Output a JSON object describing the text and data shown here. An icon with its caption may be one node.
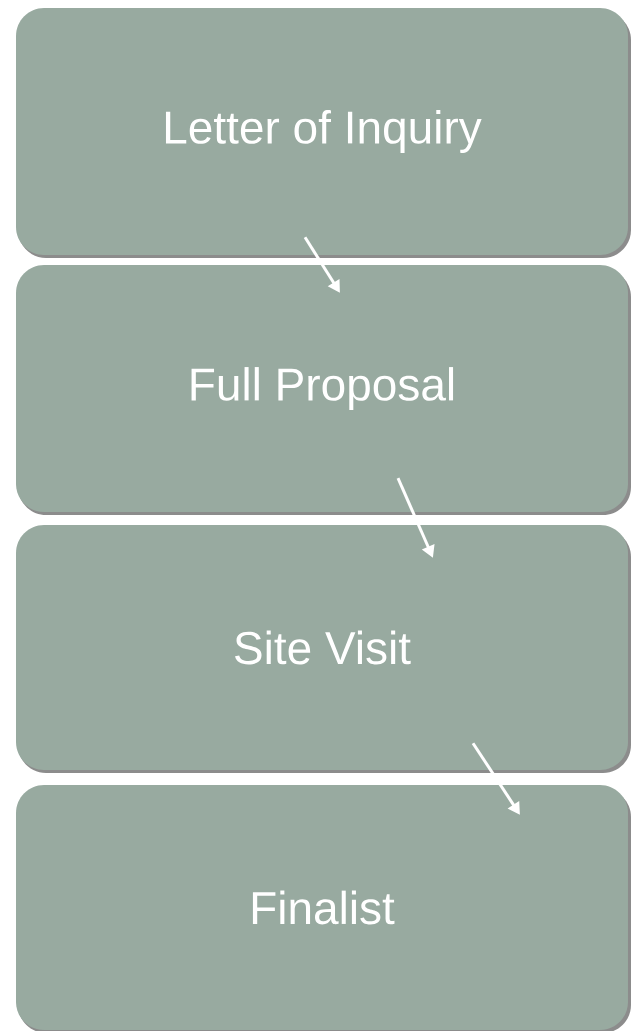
{
  "diagram": {
    "nodes": [
      {
        "text": [
          "Letter of Inquiry"
        ]
      },
      {
        "text": [
          "Full Proposal"
        ]
      },
      {
        "text": [
          "Site Visit"
        ]
      },
      {
        "text": [
          "Finalist"
        ]
      }
    ],
    "edges": [
      {
        "from": 0,
        "to": 1,
        "arrow": "to"
      },
      {
        "from": 1,
        "to": 2,
        "arrow": "to"
      },
      {
        "from": 2,
        "to": 3,
        "arrow": "to"
      }
    ]
  }
}
